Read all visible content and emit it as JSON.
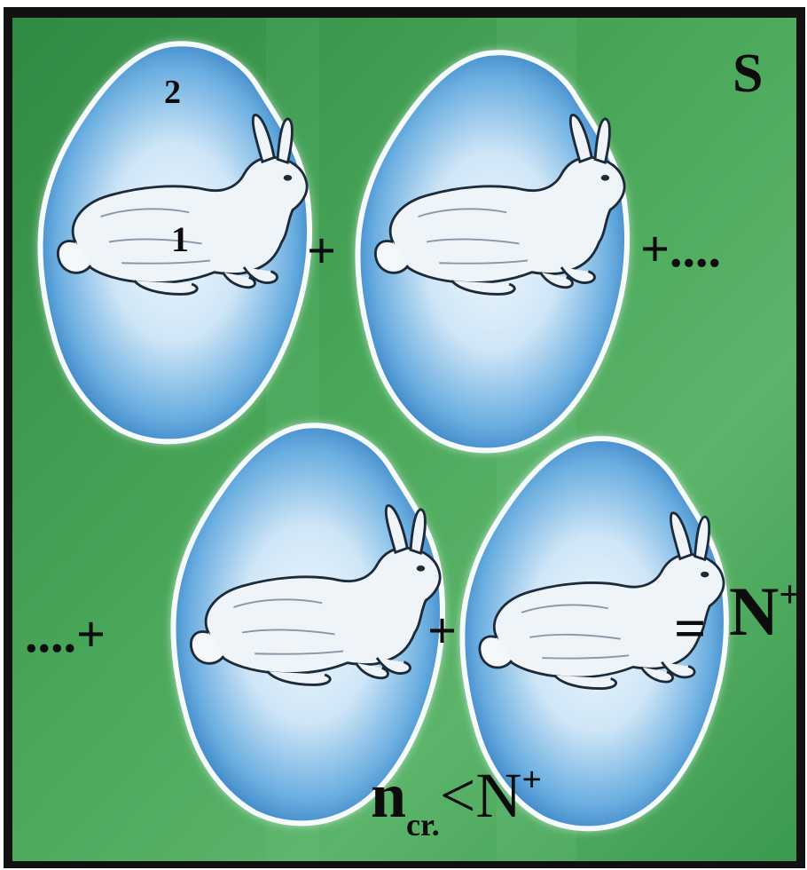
{
  "labels": {
    "corner": "S",
    "inner_ring": "2",
    "core": "1",
    "plus": "+",
    "plus_dots_right": "+....",
    "dots_plus_left": "....+",
    "equals": "=",
    "total_base": "N",
    "total_sup": "+",
    "inequality_base": "n",
    "inequality_sub": "cr.",
    "inequality_lt": "<",
    "inequality_rhs_base": "N",
    "inequality_rhs_sup": "+"
  },
  "colors": {
    "background_green": "#3f9a4c",
    "background_green_light": "#6cc07a",
    "frame": "#111111",
    "cloud_blue": "#3b87c8",
    "cloud_light": "#d6ecfa",
    "cloud_glow": "#f4f8fb",
    "rabbit_fill": "#eef4f8",
    "rabbit_stroke": "#1c2a3a",
    "text": "#0c0c0c"
  }
}
